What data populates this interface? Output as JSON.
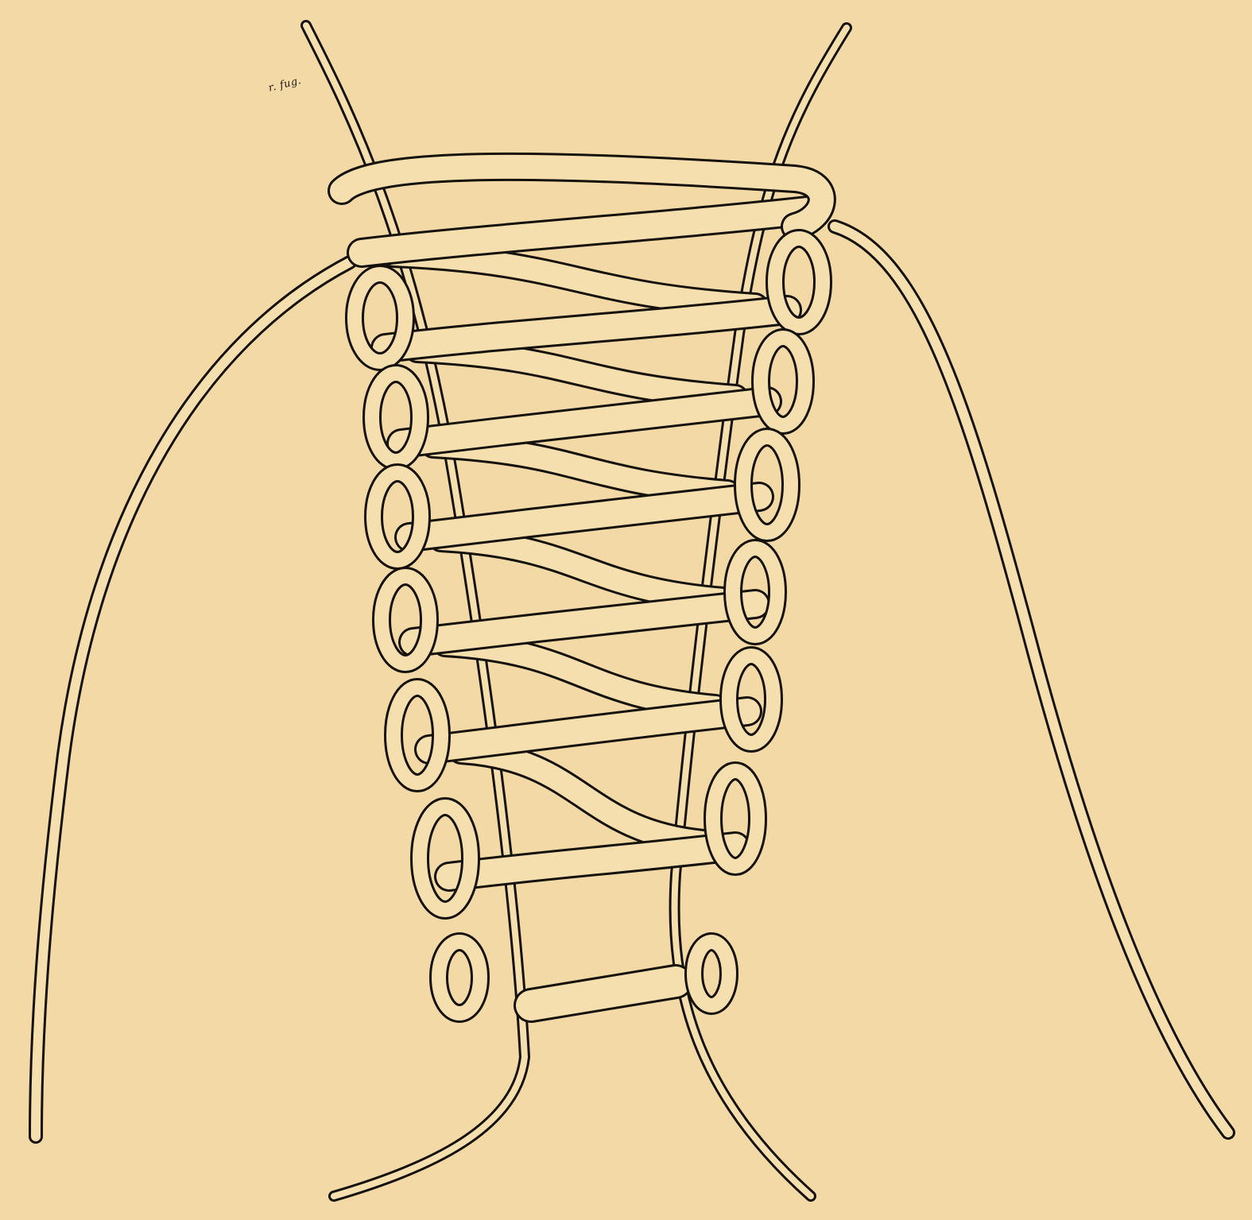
{
  "illustration": {
    "signature": "r. fug.",
    "colors": {
      "paper": "#f2d9a6",
      "ink": "#15110c",
      "cord": "#f5dfae"
    },
    "eyelet_pairs_count": 7,
    "icon": "laced-cord-diagram"
  }
}
